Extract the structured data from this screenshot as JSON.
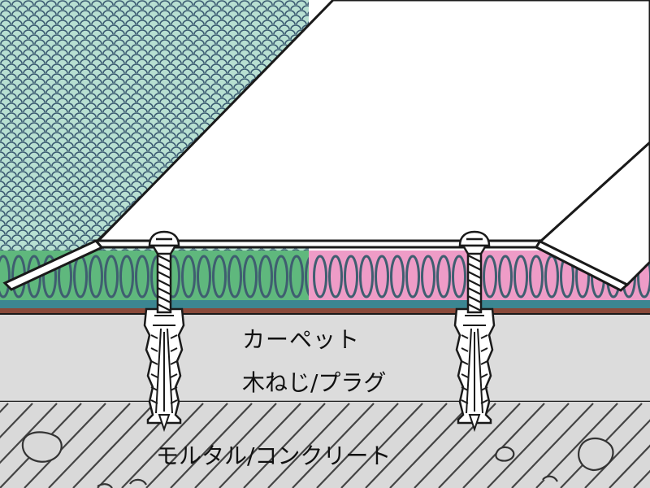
{
  "labels": {
    "carpet": "カーペット",
    "screw_plug": "木ねじ/プラグ",
    "mortar_concrete": "モルタル/コンクリート"
  },
  "colors": {
    "floor_tile": "#b8e0d2",
    "floor_tile_dots": "#3d5d73",
    "carpet_green": "#5fb87d",
    "carpet_pink": "#ee9cc7",
    "carpet_loops": "#3f5e70",
    "backing_teal": "#3c8691",
    "backing_brown": "#8a4a3a",
    "mortar": "#dcdcdc",
    "concrete": "#d6d6d6",
    "plate": "#ffffff",
    "outline": "#1a1a1a"
  }
}
